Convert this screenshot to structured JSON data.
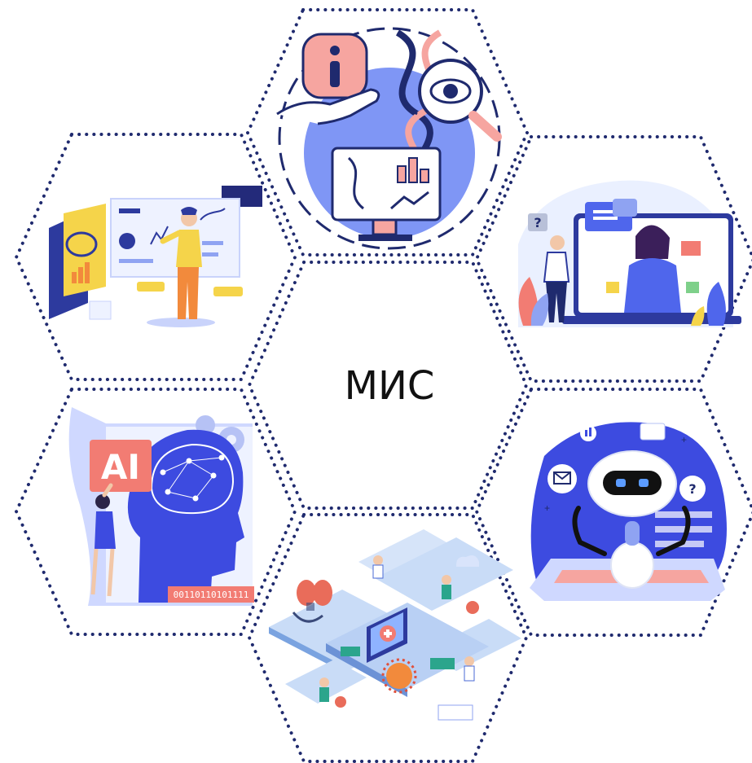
{
  "title": "МИС",
  "ai_badge": "AI",
  "binary_code": "00110110101111",
  "question_mark": "?",
  "colors": {
    "outline": "#1f2a6e",
    "blue": "#5b72f0",
    "light_blue": "#a9b8ff",
    "pink": "#f6a5a0",
    "salmon": "#f27c73",
    "yellow": "#f5d44a",
    "orange": "#f28a3c",
    "navy": "#232a7a"
  },
  "hexagons": [
    {
      "id": "top",
      "icon": "info-dna-monitor-illustration"
    },
    {
      "id": "top-left",
      "icon": "analyst-dashboard-illustration"
    },
    {
      "id": "top-right",
      "icon": "video-consultation-illustration"
    },
    {
      "id": "center",
      "icon": ""
    },
    {
      "id": "bottom-left",
      "icon": "ai-brain-illustration"
    },
    {
      "id": "bottom-right",
      "icon": "chatbot-robot-illustration"
    },
    {
      "id": "bottom",
      "icon": "isometric-hospital-illustration"
    }
  ]
}
